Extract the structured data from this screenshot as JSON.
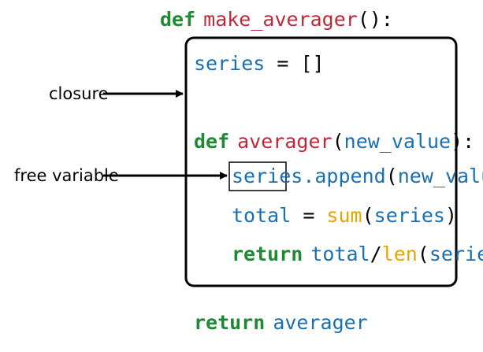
{
  "colors": {
    "keyword": "#1f8a33",
    "name": "#c0283a",
    "variable": "#1a6fb3",
    "builtin": "#e8a500",
    "text": "#000000"
  },
  "code": {
    "kw_def_outer": "def",
    "outer_name": "make_averager",
    "outer_parens": "():",
    "series_var": "series",
    "series_assign": " = []",
    "kw_def_inner": "def",
    "inner_name": "averager",
    "inner_open": "(",
    "inner_param": "new_value",
    "inner_close": "):",
    "append_target": "series",
    "append_call": ".append",
    "append_open": "(",
    "append_arg": "new_value",
    "append_close": ")",
    "total_var": "total",
    "total_assign": " = ",
    "sum_fn": "sum",
    "sum_open": "(",
    "sum_arg": "series",
    "sum_close": ")",
    "kw_return_inner": "return",
    "return_total": "total",
    "return_slash": "/",
    "len_fn": "len",
    "len_open": "(",
    "len_arg": "series",
    "len_close": ")",
    "kw_return_outer": "return",
    "return_averager": "averager"
  },
  "labels": {
    "closure": "closure",
    "free_variable": "free variable"
  },
  "icons": [
    "arrow-right-icon"
  ]
}
